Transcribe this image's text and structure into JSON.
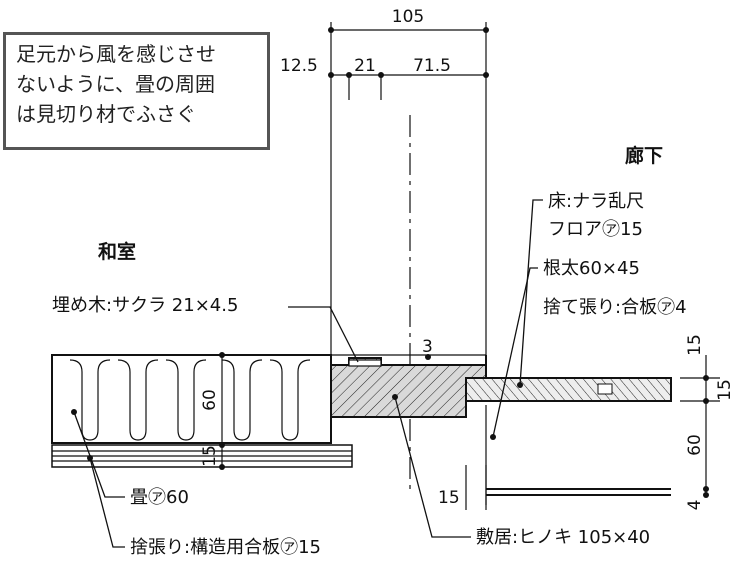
{
  "note": {
    "lines": [
      "足元から風を感じさせ",
      "ないように、畳の周囲",
      "は見切り材でふさぐ"
    ]
  },
  "rooms": {
    "washitsu": "和室",
    "rouka": "廊下"
  },
  "dimensions": {
    "top_total": "105",
    "left_offset": "12.5",
    "groove_a": "21",
    "groove_b": "71.5",
    "v3": "3",
    "v60_tatami": "60",
    "v15_plywood": "15",
    "r15_floor": "15",
    "r15_side": "15",
    "r60": "60",
    "r4": "4",
    "b15": "15"
  },
  "labels": {
    "umegi": "埋め木:サクラ 21×4.5",
    "floor_line1": "床:ナラ乱尺",
    "floor_line2": "フロア㋐15",
    "neda": "根太60×45",
    "sutebari_r": "捨て張り:合板㋐4",
    "tatami": "畳㋐60",
    "sutebari_l": "捨張り:構造用合板㋐15",
    "shikii": "敷居:ヒノキ 105×40"
  },
  "colors": {
    "line": "#111111",
    "box_border": "#555555",
    "hatch": "#222222",
    "fill": "#d9d9d9"
  }
}
